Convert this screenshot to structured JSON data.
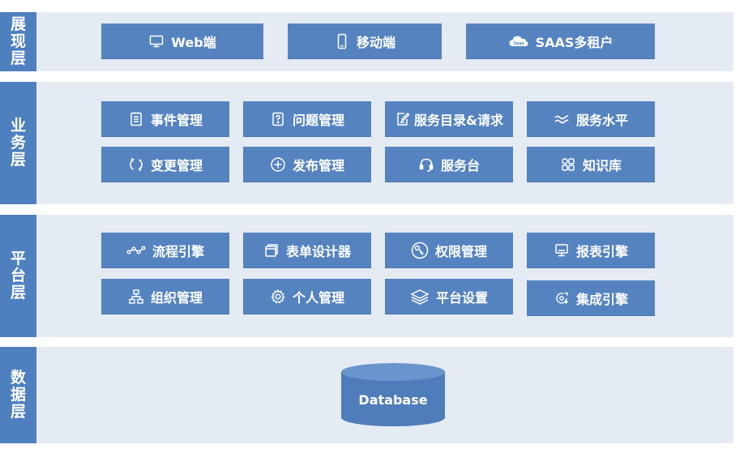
{
  "layers": {
    "presentation": {
      "chars": [
        "展",
        "现",
        "层"
      ]
    },
    "business": {
      "chars": [
        "业",
        "务",
        "层"
      ]
    },
    "platform": {
      "chars": [
        "平",
        "台",
        "层"
      ]
    },
    "data": {
      "chars": [
        "数",
        "据",
        "层"
      ]
    }
  },
  "presentation": {
    "web": "Web端",
    "mobile": "移动端",
    "saas": "SAAS多租户",
    "saas_icon_text": "Saas"
  },
  "business": {
    "incident": "事件管理",
    "problem": "问题管理",
    "catalog": "服务目录&请求",
    "sla": "服务水平",
    "change": "变更管理",
    "release": "发布管理",
    "desk": "服务台",
    "kb": "知识库"
  },
  "platform": {
    "workflow": "流程引擎",
    "form": "表单设计器",
    "permission": "权限管理",
    "report": "报表引擎",
    "org": "组织管理",
    "personal": "个人管理",
    "settings": "平台设置",
    "integration": "集成引擎"
  },
  "data": {
    "database": "Database"
  },
  "colors": {
    "label_bg": "#4e7fbf",
    "layer_bg": "#e5ebf3",
    "box_bg": "#5583c0",
    "text": "#ffffff"
  },
  "icons": {
    "web": "monitor-icon",
    "mobile": "phone-icon",
    "saas": "cloud-icon",
    "incident": "document-list-icon",
    "problem": "question-doc-icon",
    "catalog": "edit-doc-icon",
    "sla": "wave-icon",
    "change": "cycle-arrows-icon",
    "release": "plus-circle-icon",
    "desk": "headset-icon",
    "kb": "grid-icon",
    "workflow": "flow-nodes-icon",
    "form": "window-stack-icon",
    "permission": "key-circle-icon",
    "report": "monitor-chart-icon",
    "org": "org-tree-icon",
    "personal": "gear-icon",
    "settings": "layers-icon",
    "integration": "integration-gear-icon"
  }
}
